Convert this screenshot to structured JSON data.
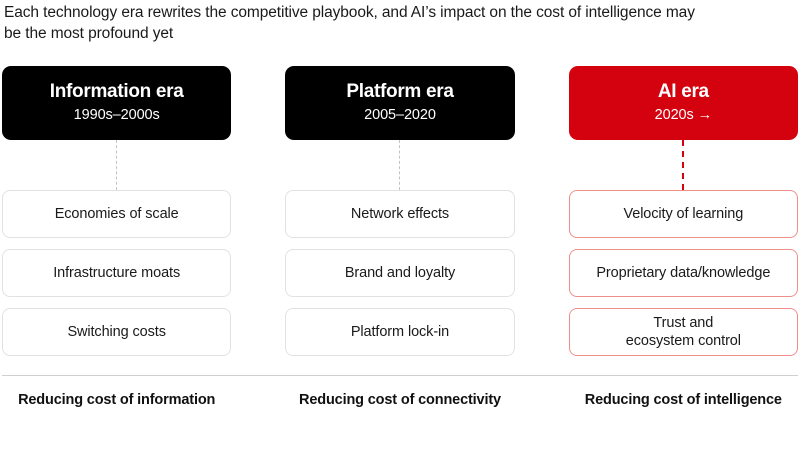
{
  "headline": "Each technology era rewrites the competitive playbook, and AI’s impact on the cost of intelligence may be the most profound yet",
  "colors": {
    "accent_red": "#d4020e",
    "accent_border": "#ee8f8c",
    "header_dark": "#000000",
    "card_border": "#e2e2e2",
    "divider": "#cfcfcf",
    "background": "#ffffff"
  },
  "columns": [
    {
      "id": "information-era",
      "title": "Information era",
      "period": "1990s–2000s",
      "highlighted": false,
      "cards": [
        "Economies of scale",
        "Infrastructure moats",
        "Switching costs"
      ],
      "footer": "Reducing cost of information"
    },
    {
      "id": "platform-era",
      "title": "Platform era",
      "period": "2005–2020",
      "highlighted": false,
      "cards": [
        "Network effects",
        "Brand and loyalty",
        "Platform lock-in"
      ],
      "footer": "Reducing cost of connectivity"
    },
    {
      "id": "ai-era",
      "title": "AI era",
      "period": "2020s →",
      "highlighted": true,
      "cards": [
        "Velocity of learning",
        "Proprietary data/knowledge",
        "Trust and\necosystem control"
      ],
      "footer": "Reducing cost of intelligence"
    }
  ]
}
